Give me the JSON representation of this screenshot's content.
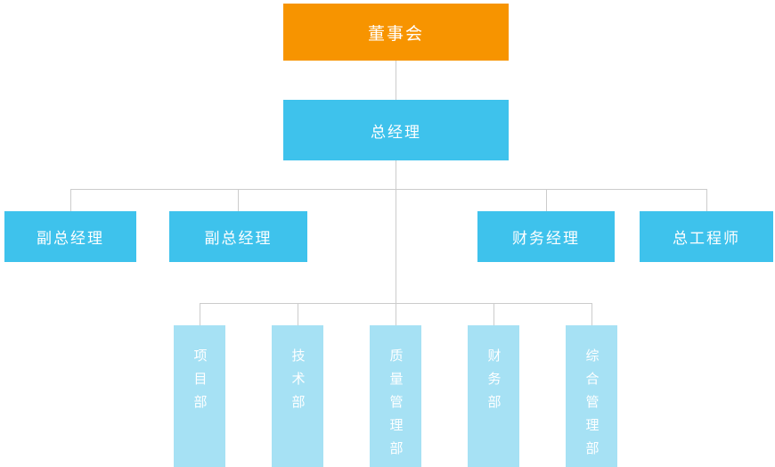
{
  "chart_data": {
    "type": "org-chart",
    "levels": [
      {
        "level": 1,
        "nodes": [
          "董事会"
        ]
      },
      {
        "level": 2,
        "nodes": [
          "总经理"
        ]
      },
      {
        "level": 3,
        "nodes": [
          "副总经理",
          "副总经理",
          "财务经理",
          "总工程师"
        ]
      },
      {
        "level": 4,
        "nodes": [
          "项目部",
          "技术部",
          "质量管理部",
          "财务部",
          "综合管理部"
        ]
      }
    ]
  },
  "nodes": {
    "board": {
      "label": "董事会"
    },
    "general_manager": {
      "label": "总经理"
    },
    "deputy_gm_1": {
      "label": "副总经理"
    },
    "deputy_gm_2": {
      "label": "副总经理"
    },
    "finance_manager": {
      "label": "财务经理"
    },
    "chief_engineer": {
      "label": "总工程师"
    },
    "project_dept": {
      "label": "项目部"
    },
    "tech_dept": {
      "label": "技术部"
    },
    "quality_dept": {
      "label": "质量管理部"
    },
    "finance_dept": {
      "label": "财务部"
    },
    "admin_dept": {
      "label": "综合管理部"
    }
  },
  "colors": {
    "root": "#F79400",
    "primary": "#3EC2EC",
    "light": "#A6E1F4",
    "line": "#CCCCCC"
  }
}
